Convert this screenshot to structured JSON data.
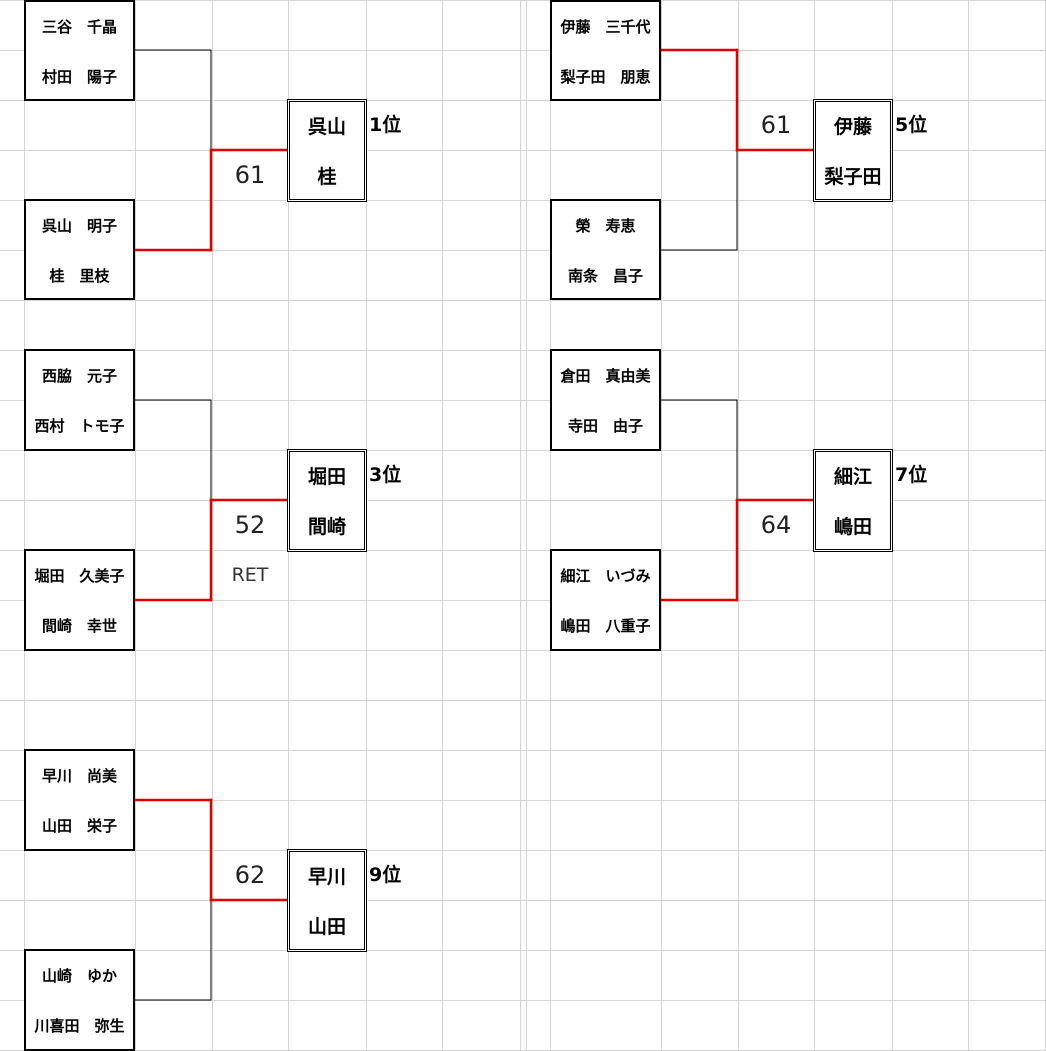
{
  "matches": [
    {
      "top_pair": {
        "p1": "三谷　千晶",
        "p2": "村田　陽子"
      },
      "bottom_pair": {
        "p1": "呉山　明子",
        "p2": "桂　里枝"
      },
      "score": "61",
      "winner": {
        "p1": "呉山",
        "p2": "桂"
      },
      "rank": "1位",
      "winning_side": "bottom"
    },
    {
      "top_pair": {
        "p1": "西脇　元子",
        "p2": "西村　トモ子"
      },
      "bottom_pair": {
        "p1": "堀田　久美子",
        "p2": "間崎　幸世"
      },
      "score": "52",
      "note": "RET",
      "winner": {
        "p1": "堀田",
        "p2": "間崎"
      },
      "rank": "3位",
      "winning_side": "bottom"
    },
    {
      "top_pair": {
        "p1": "早川　尚美",
        "p2": "山田　栄子"
      },
      "bottom_pair": {
        "p1": "山崎　ゆか",
        "p2": "川喜田　弥生"
      },
      "score": "62",
      "winner": {
        "p1": "早川",
        "p2": "山田"
      },
      "rank": "9位",
      "winning_side": "top"
    },
    {
      "top_pair": {
        "p1": "伊藤　三千代",
        "p2": "梨子田　朋恵"
      },
      "bottom_pair": {
        "p1": "榮　寿恵",
        "p2": "南条　昌子"
      },
      "score": "61",
      "winner": {
        "p1": "伊藤",
        "p2": "梨子田"
      },
      "rank": "5位",
      "winning_side": "top"
    },
    {
      "top_pair": {
        "p1": "倉田　真由美",
        "p2": "寺田　由子"
      },
      "bottom_pair": {
        "p1": "細江　いづみ",
        "p2": "嶋田　八重子"
      },
      "score": "64",
      "winner": {
        "p1": "細江",
        "p2": "嶋田"
      },
      "rank": "7位",
      "winning_side": "bottom"
    }
  ],
  "colors": {
    "winner_line": "#e00000",
    "loser_line": "#000000",
    "grid": "#d4d4d4"
  }
}
